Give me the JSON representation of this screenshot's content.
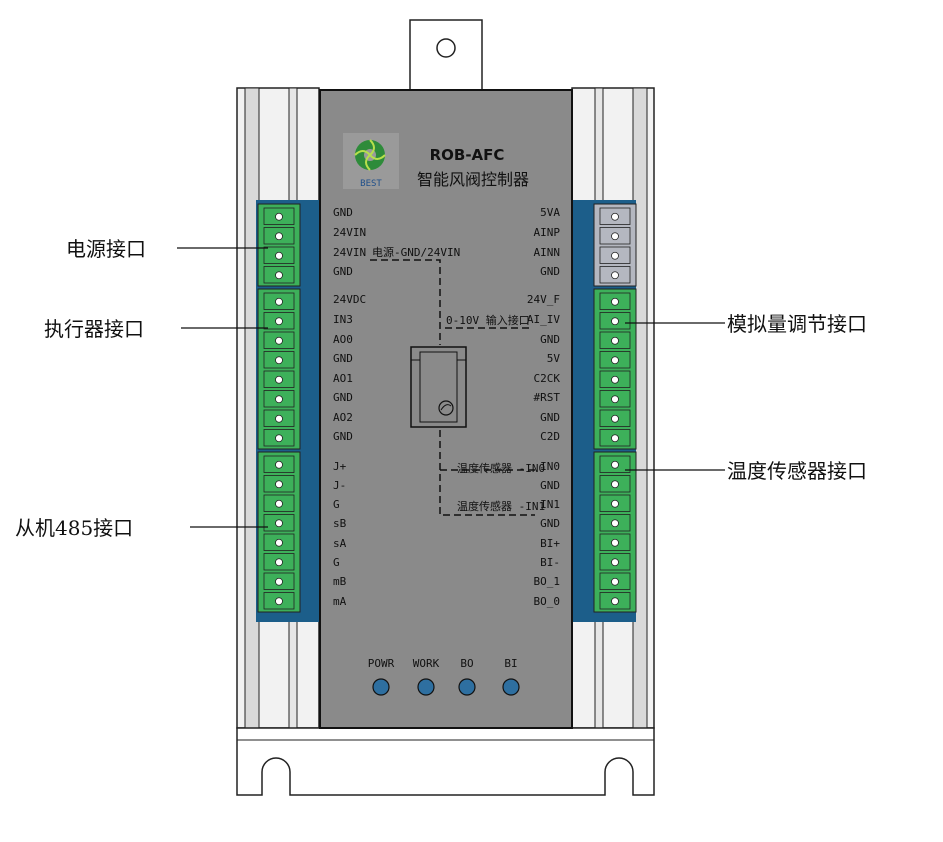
{
  "device": {
    "model": "ROB-AFC",
    "name": "智能风阀控制器",
    "logo_text": "BEST"
  },
  "callouts": {
    "power": "电源接口",
    "actuator": "执行器接口",
    "slave485": "从机485接口",
    "analog": "模拟量调节接口",
    "temp": "温度传感器接口"
  },
  "left_pins": [
    "GND",
    "24VIN",
    "24VIN",
    "GND",
    "24VDC",
    "IN3",
    "AO0",
    "GND",
    "AO1",
    "GND",
    "AO2",
    "GND",
    "J+",
    "J-",
    "G",
    "sB",
    "sA",
    "G",
    "mB",
    "mA"
  ],
  "right_pins": [
    "5VA",
    "AINP",
    "AINN",
    "GND",
    "24V_F",
    "AI_IV",
    "GND",
    "5V",
    "C2CK",
    "#RST",
    "GND",
    "C2D",
    "IN0",
    "GND",
    "IN1",
    "GND",
    "BI+",
    "BI-",
    "BO_1",
    "BO_0"
  ],
  "internal_labels": {
    "power": "电源-GND/24VIN",
    "input": "0-10V 输入接口",
    "temp0": "温度传感器 -IN0",
    "temp1": "温度传感器 -IN1"
  },
  "leds": [
    "POWR",
    "WORK",
    "BO",
    "BI"
  ],
  "colors": {
    "panel": "#8a8a8a",
    "terminal_green": "#3db05a",
    "terminal_gray": "#b4b7c0",
    "terminal_bg": "#1c5e8a",
    "led": "#2e6fa0",
    "rail": "#ededed"
  }
}
